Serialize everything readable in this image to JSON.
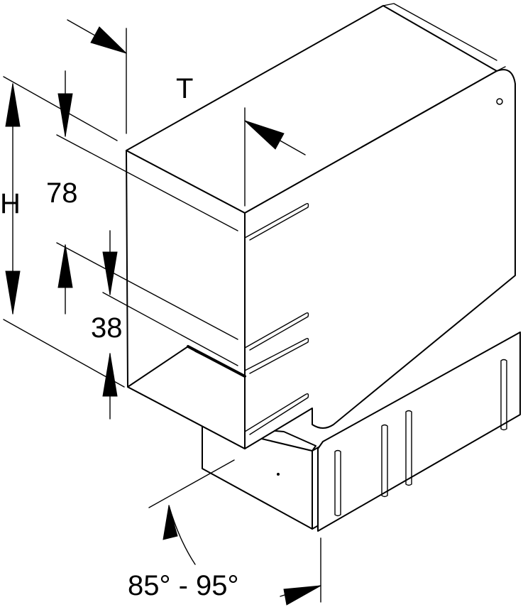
{
  "labels": {
    "depth": "T",
    "height": "H",
    "upper_dimension": "78",
    "lower_dimension": "38",
    "angle_range": "85° - 95°"
  }
}
